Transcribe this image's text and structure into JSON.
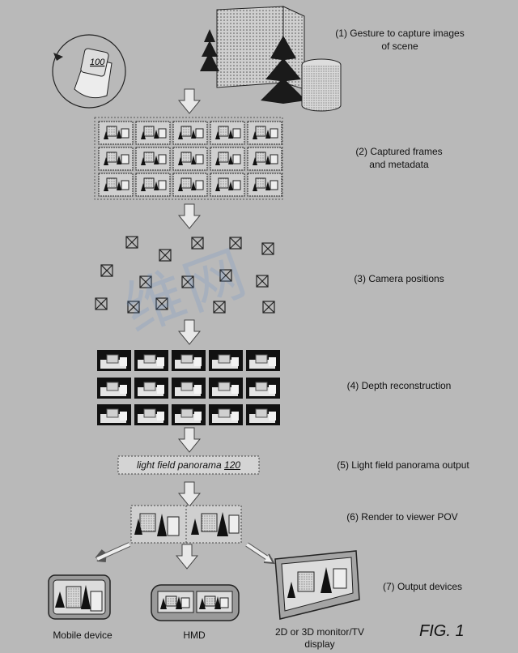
{
  "steps": [
    {
      "id": "s1",
      "label": "(1) Gesture to capture images of scene"
    },
    {
      "id": "s2",
      "label": "(2) Captured frames and metadata"
    },
    {
      "id": "s3",
      "label": "(3) Camera positions"
    },
    {
      "id": "s4",
      "label": "(4) Depth reconstruction"
    },
    {
      "id": "s5",
      "label": "(5) Light field panorama output"
    },
    {
      "id": "s6",
      "label": "(6) Render to viewer POV"
    },
    {
      "id": "s7",
      "label": "(7) Output devices"
    }
  ],
  "device_ref": "100",
  "panorama": {
    "text": "light field panorama ",
    "ref": "120"
  },
  "devices": {
    "mobile": "Mobile device",
    "hmd": "HMD",
    "monitor_line1": "2D or 3D monitor/TV",
    "monitor_line2": "display"
  },
  "figure_label": "FIG. 1",
  "watermark": "维网",
  "colors": {
    "background": "#b9b9b9",
    "line": "#1a1a1a",
    "depth_bg": "#111111"
  }
}
